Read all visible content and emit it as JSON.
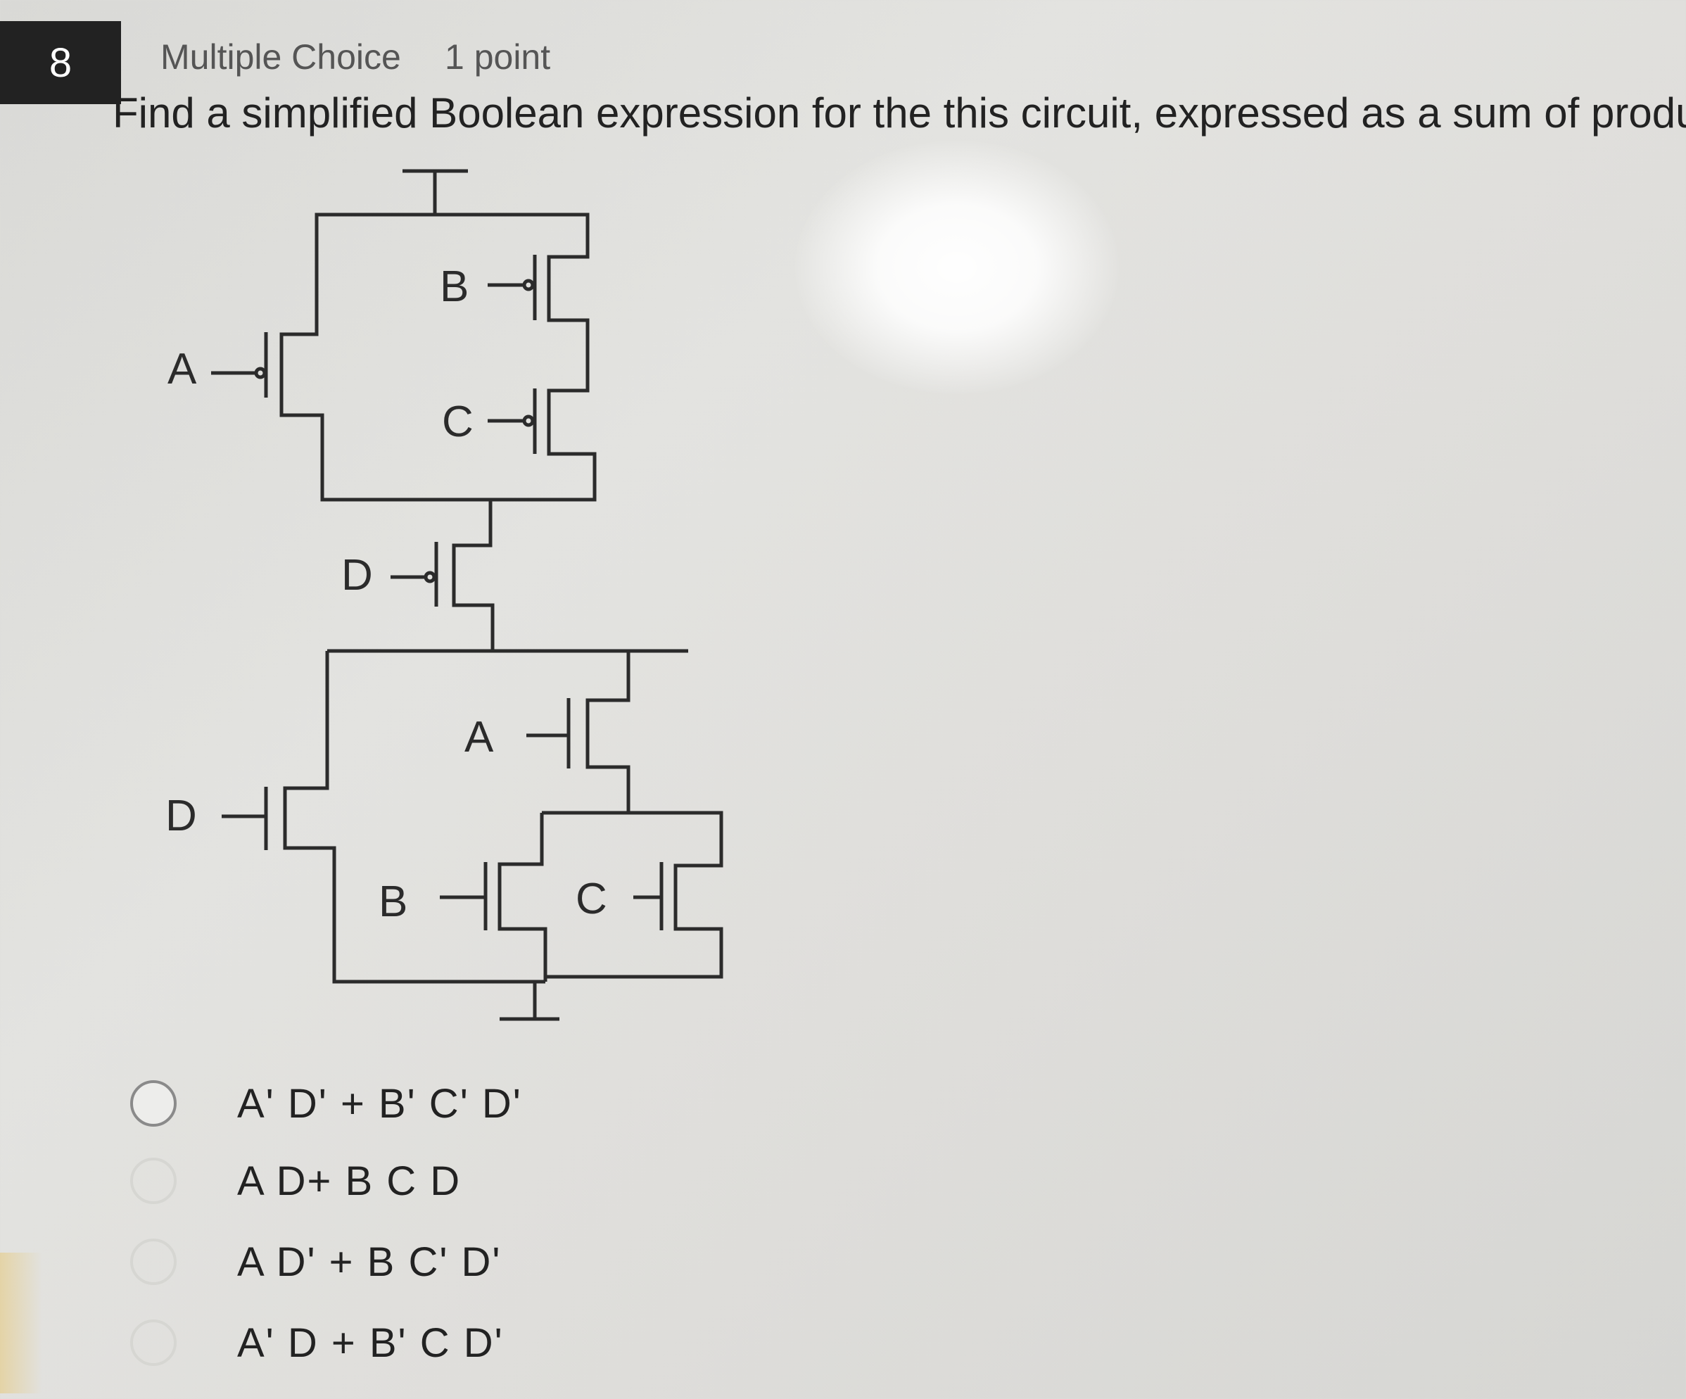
{
  "question": {
    "number": "8",
    "type": "Multiple Choice",
    "points": "1 point",
    "prompt": "Find a simplified Boolean expression for the this circuit, expressed as a sum of products."
  },
  "circuit": {
    "pmos_labels": {
      "a": "A",
      "b": "B",
      "c": "C",
      "d": "D"
    },
    "nmos_labels": {
      "a": "A",
      "b": "B",
      "c": "C",
      "d": "D"
    }
  },
  "options": [
    {
      "label": "A' D' + B' C' D'"
    },
    {
      "label": "A D+ B C D"
    },
    {
      "label": "A D' + B C' D'"
    },
    {
      "label": "A' D + B' C D'"
    }
  ],
  "colors": {
    "number_box": "#222222",
    "radio_border": "#8a8a8a"
  }
}
